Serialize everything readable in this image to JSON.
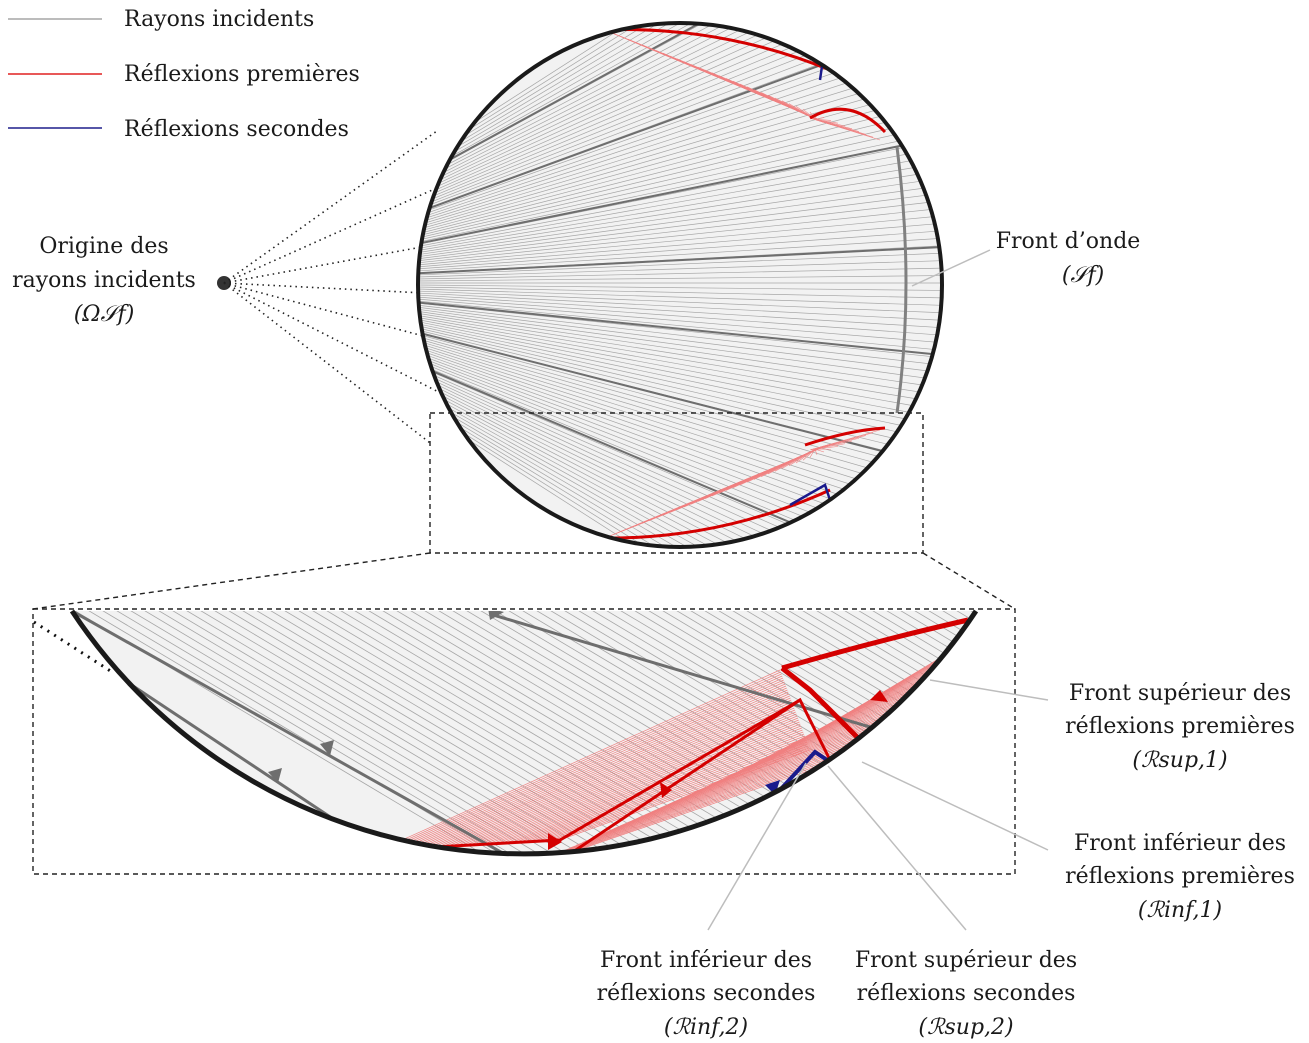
{
  "legend": {
    "incident": {
      "label": "Rayons incidents",
      "color": "#a6a6a6"
    },
    "first": {
      "label": "Réflexions premières",
      "color": "#e02020"
    },
    "second": {
      "label": "Réflexions secondes",
      "color": "#1e1e8c"
    }
  },
  "origin": {
    "lines": [
      "Origine des",
      "rayons incidents",
      "(Ω𝒮f)"
    ]
  },
  "wavefront": {
    "lines": [
      "Front d’onde",
      "(𝒮f)"
    ]
  },
  "sup1": {
    "lines": [
      "Front supérieur des",
      "réflexions premières",
      "(ℛsup,1)"
    ]
  },
  "inf1": {
    "lines": [
      "Front inférieur des",
      "réflexions premières",
      "(ℛinf,1)"
    ]
  },
  "inf2": {
    "lines": [
      "Front inférieur des",
      "réflexions secondes",
      "(ℛinf,2)"
    ]
  },
  "sup2": {
    "lines": [
      "Front supérieur des",
      "réflexions secondes",
      "(ℛsup,2)"
    ]
  },
  "colors": {
    "incident": "#a6a6a6",
    "incident_dark": "#6e6e6e",
    "first": "#d40000",
    "first_light": "#f08080",
    "second": "#1a1a8c",
    "outline": "#1a1a1a",
    "leader": "#bdbdbd"
  }
}
